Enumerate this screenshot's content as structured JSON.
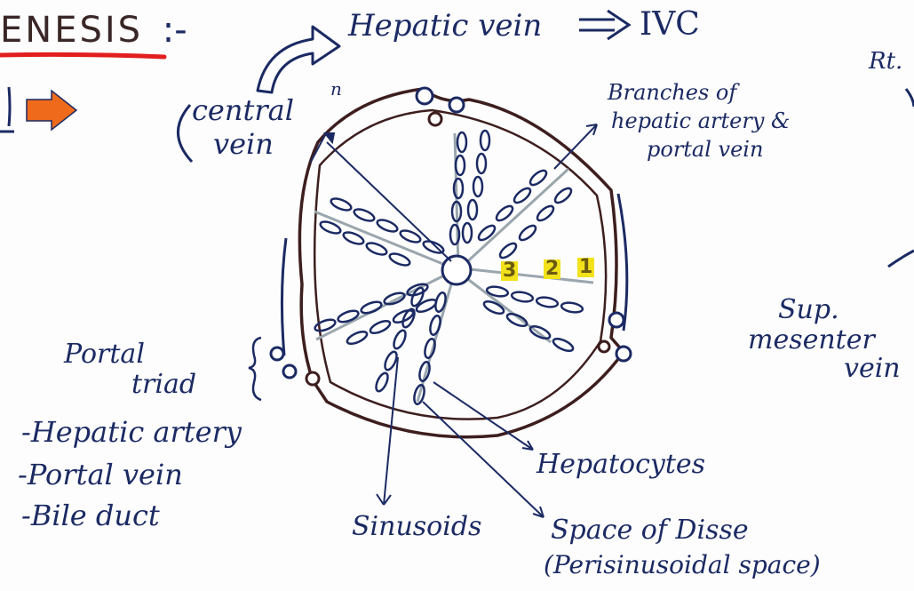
{
  "title": {
    "text": "ENESIS",
    "suffix": ":-"
  },
  "top_labels": {
    "hepatic_vein": "Hepatic vein",
    "ivc": "IVC",
    "central_vein_line1": "central",
    "central_vein_sup": "n",
    "central_vein_line2": "vein",
    "branches_line1": "Branches of",
    "branches_line2": "hepatic artery &",
    "branches_line3": "portal vein",
    "rt": "Rt."
  },
  "left_labels": {
    "portal": "Portal",
    "triad": "triad",
    "items": [
      "-Hepatic artery",
      "-Portal vein",
      "-Bile duct"
    ]
  },
  "bottom_labels": {
    "hepatocytes": "Hepatocytes",
    "sinusoids": "Sinusoids",
    "space_of_disse": "Space of Disse",
    "perisinusoidal": "(Perisinusoidal space)"
  },
  "right_labels": {
    "sup": "Sup.",
    "mesenter": "mesenter",
    "vein": "vein"
  },
  "zones": [
    "3",
    "2",
    "1"
  ],
  "colors": {
    "ink": "#1b2a63",
    "lobule_outline": "#3d1e1e",
    "title_underline": "#e21e1e",
    "arrow_orange": "#ef6a1b",
    "sinusoid_gray": "#9aa6ad",
    "zone_highlight": "#f2e21b",
    "zone_text": "#6b5a10"
  }
}
